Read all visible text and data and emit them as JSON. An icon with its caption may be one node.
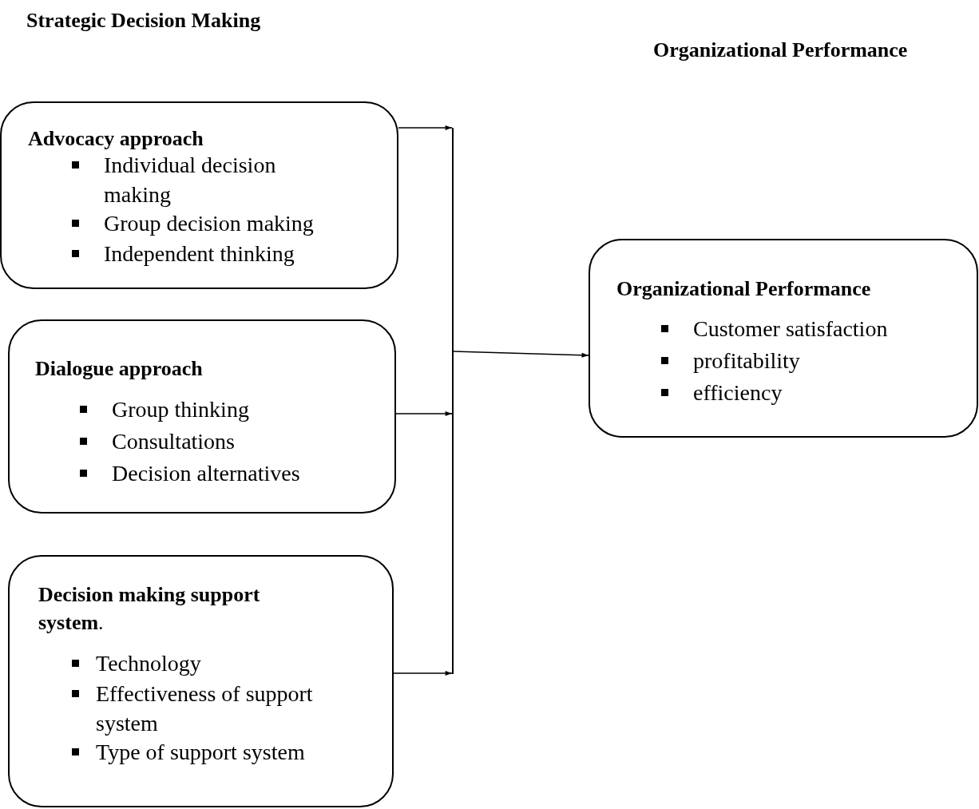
{
  "diagram": {
    "nodes": [
      {
        "text": [
          "Advocacy approach",
          "Individual decision making",
          "Group decision making",
          "Independent thinking"
        ]
      },
      {
        "text": [
          "Dialogue approach",
          "Group thinking",
          "Consultations",
          "Decision alternatives"
        ]
      },
      {
        "text": [
          "**Decision making support system**.",
          "Technology",
          "Effectiveness of support system",
          "Type of support system"
        ]
      },
      {
        "text": [
          "Organizational Performance",
          "Customer satisfaction",
          "profitability",
          "efficiency"
        ]
      },
      {
        "text": [],
        "shape": "bar"
      }
    ],
    "edges": [
      {
        "from": 0,
        "to": 4,
        "arrow": "to"
      },
      {
        "from": 1,
        "to": 4,
        "arrow": "to"
      },
      {
        "from": 2,
        "to": 4,
        "arrow": "to"
      },
      {
        "from": 4,
        "to": 3,
        "arrow": "to"
      }
    ],
    "labels": [
      "Strategic Decision Making",
      "Organizational Performance"
    ]
  }
}
